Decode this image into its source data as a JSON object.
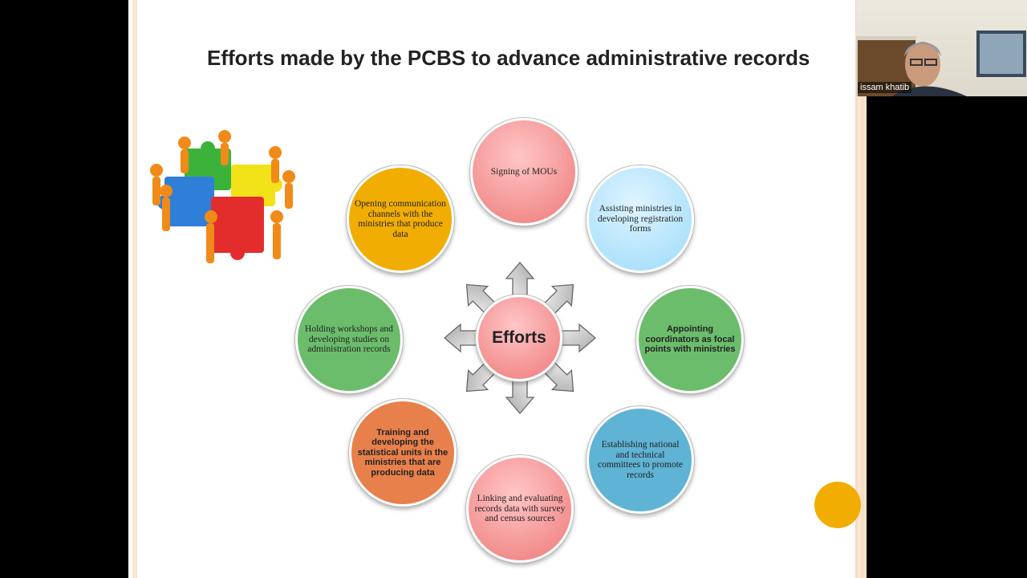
{
  "slide": {
    "title": "Efforts made by the PCBS to advance administrative records",
    "center_label": "Efforts",
    "items": [
      {
        "text": "Signing of MOUs",
        "color": "#f28c8c"
      },
      {
        "text": "Assisting ministries in developing registration forms",
        "color": "#a9e0fb"
      },
      {
        "text": "Appointing coordinators as focal points with ministries",
        "color": "#6bbd6b"
      },
      {
        "text": "Establishing national and technical committees to promote records",
        "color": "#5fb3d4"
      },
      {
        "text": "Linking and evaluating records data with survey and census sources",
        "color": "#f28c8c"
      },
      {
        "text": "Training and developing the statistical units in the ministries that are producing data",
        "color": "#e8804b"
      },
      {
        "text": "Holding workshops and developing studies on administration records",
        "color": "#6bbd6b"
      },
      {
        "text": "Opening communication channels with the ministries that produce data",
        "color": "#f1ad02"
      }
    ]
  },
  "webcam": {
    "name": "issam khatib"
  }
}
